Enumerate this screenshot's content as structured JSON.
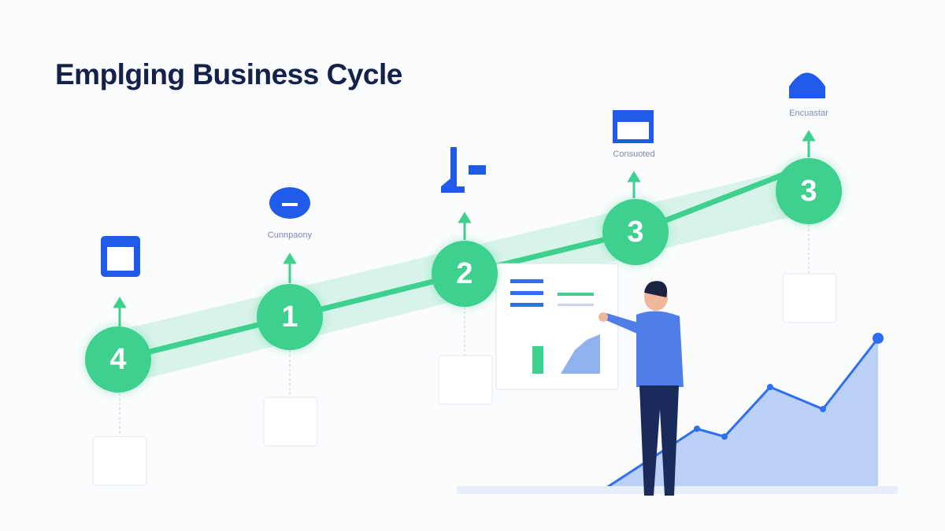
{
  "title": "Emplging Business Cycle",
  "steps": [
    {
      "number": "4",
      "label": "",
      "icon": "calendar-icon"
    },
    {
      "number": "1",
      "label": "Cunnpaony",
      "icon": "lock-icon"
    },
    {
      "number": "2",
      "label": "",
      "icon": "tool-icon"
    },
    {
      "number": "3",
      "label": "Consuoted",
      "icon": "box-icon"
    },
    {
      "number": "3",
      "label": "Encuastar",
      "icon": "helmet-icon"
    }
  ],
  "colors": {
    "accent": "#3dd08e",
    "icon": "#1f5ae8",
    "title": "#14214a"
  }
}
